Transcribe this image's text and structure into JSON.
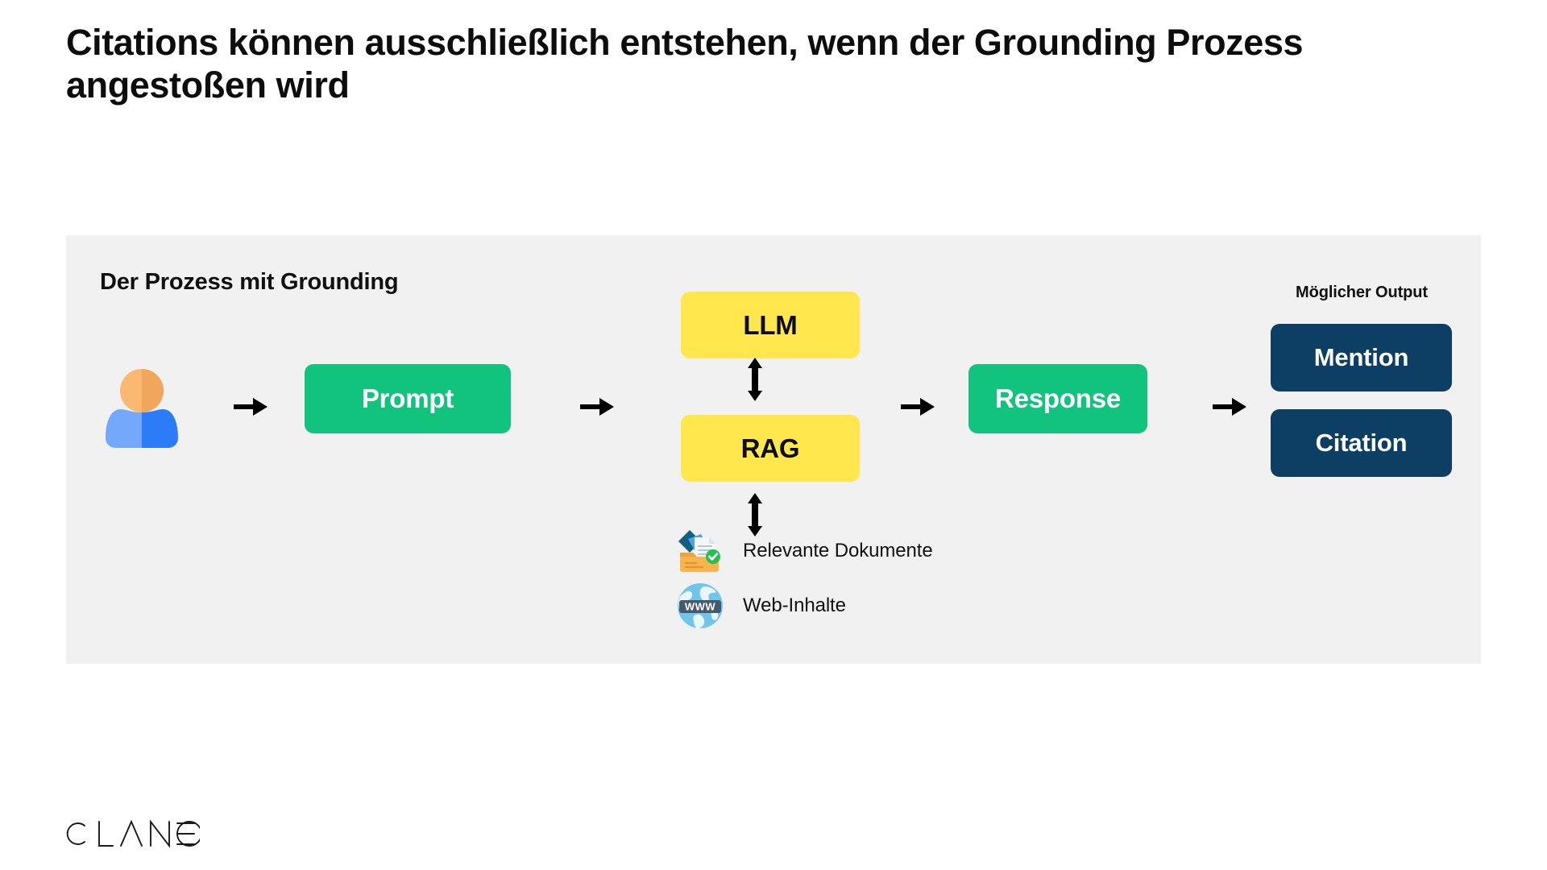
{
  "slide": {
    "title": "Citations können ausschließlich entstehen, wenn der Grounding Prozess angestoßen wird"
  },
  "panel": {
    "title": "Der Prozess mit Grounding",
    "background_color": "#f1f1f1"
  },
  "flow": {
    "user_icon": "person-avatar-icon",
    "arrow_1": "arrow-right-icon",
    "arrow_2": "arrow-right-icon",
    "arrow_3": "arrow-right-icon",
    "arrow_4": "arrow-right-icon",
    "vertical_arrow_top": "arrow-up-down-icon",
    "vertical_arrow_bottom": "arrow-up-down-icon",
    "nodes": [
      {
        "id": "prompt",
        "label": "Prompt",
        "color": "#11c37d",
        "text_color": "#ffffff"
      },
      {
        "id": "llm",
        "label": "LLM",
        "color": "#ffe74d",
        "text_color": "#0c0c0c"
      },
      {
        "id": "rag",
        "label": "RAG",
        "color": "#ffe74d",
        "text_color": "#0c0c0c"
      },
      {
        "id": "response",
        "label": "Response",
        "color": "#11c37d",
        "text_color": "#ffffff"
      }
    ]
  },
  "output": {
    "caption": "Möglicher Output",
    "items": [
      {
        "id": "mention",
        "label": "Mention",
        "color": "#0c3f63",
        "text_color": "#ffffff"
      },
      {
        "id": "citation",
        "label": "Citation",
        "color": "#0c3f63",
        "text_color": "#ffffff"
      }
    ]
  },
  "sources": [
    {
      "id": "documents",
      "label": "Relevante Dokumente",
      "icon": "documents-folder-check-icon"
    },
    {
      "id": "web",
      "label": "Web-Inhalte",
      "icon": "globe-www-icon"
    }
  ],
  "brand": {
    "logo_text": "CLANEO"
  }
}
